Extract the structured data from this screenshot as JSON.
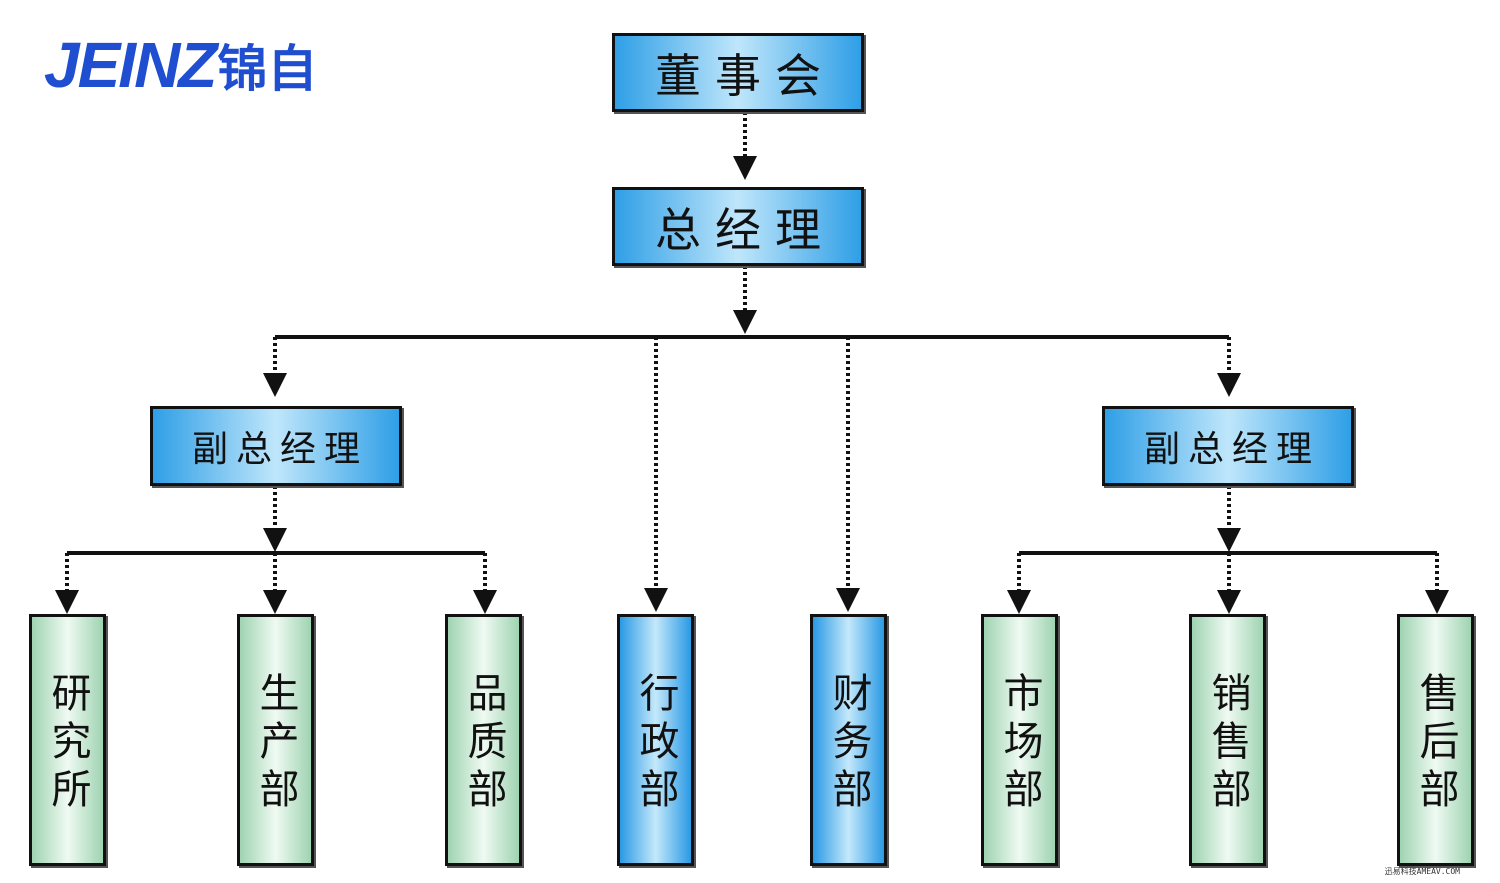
{
  "logo": {
    "latin": "JEINZ",
    "cjk": "锦自"
  },
  "chart": {
    "board": "董事会",
    "general_manager": "总经理",
    "vice_manager_left": "副总经理",
    "vice_manager_right": "副总经理",
    "departments": {
      "research": "研究所",
      "production": "生产部",
      "quality": "品质部",
      "admin": "行政部",
      "finance": "财务部",
      "marketing": "市场部",
      "sales": "销售部",
      "after_sales": "售后部"
    }
  },
  "colors": {
    "blue_box": "#7cc9f1",
    "green_box": "#cdebd6",
    "logo_blue": "#1f4fd0",
    "line": "#111111"
  },
  "footnote": "迅易科技AMEAV.COM"
}
